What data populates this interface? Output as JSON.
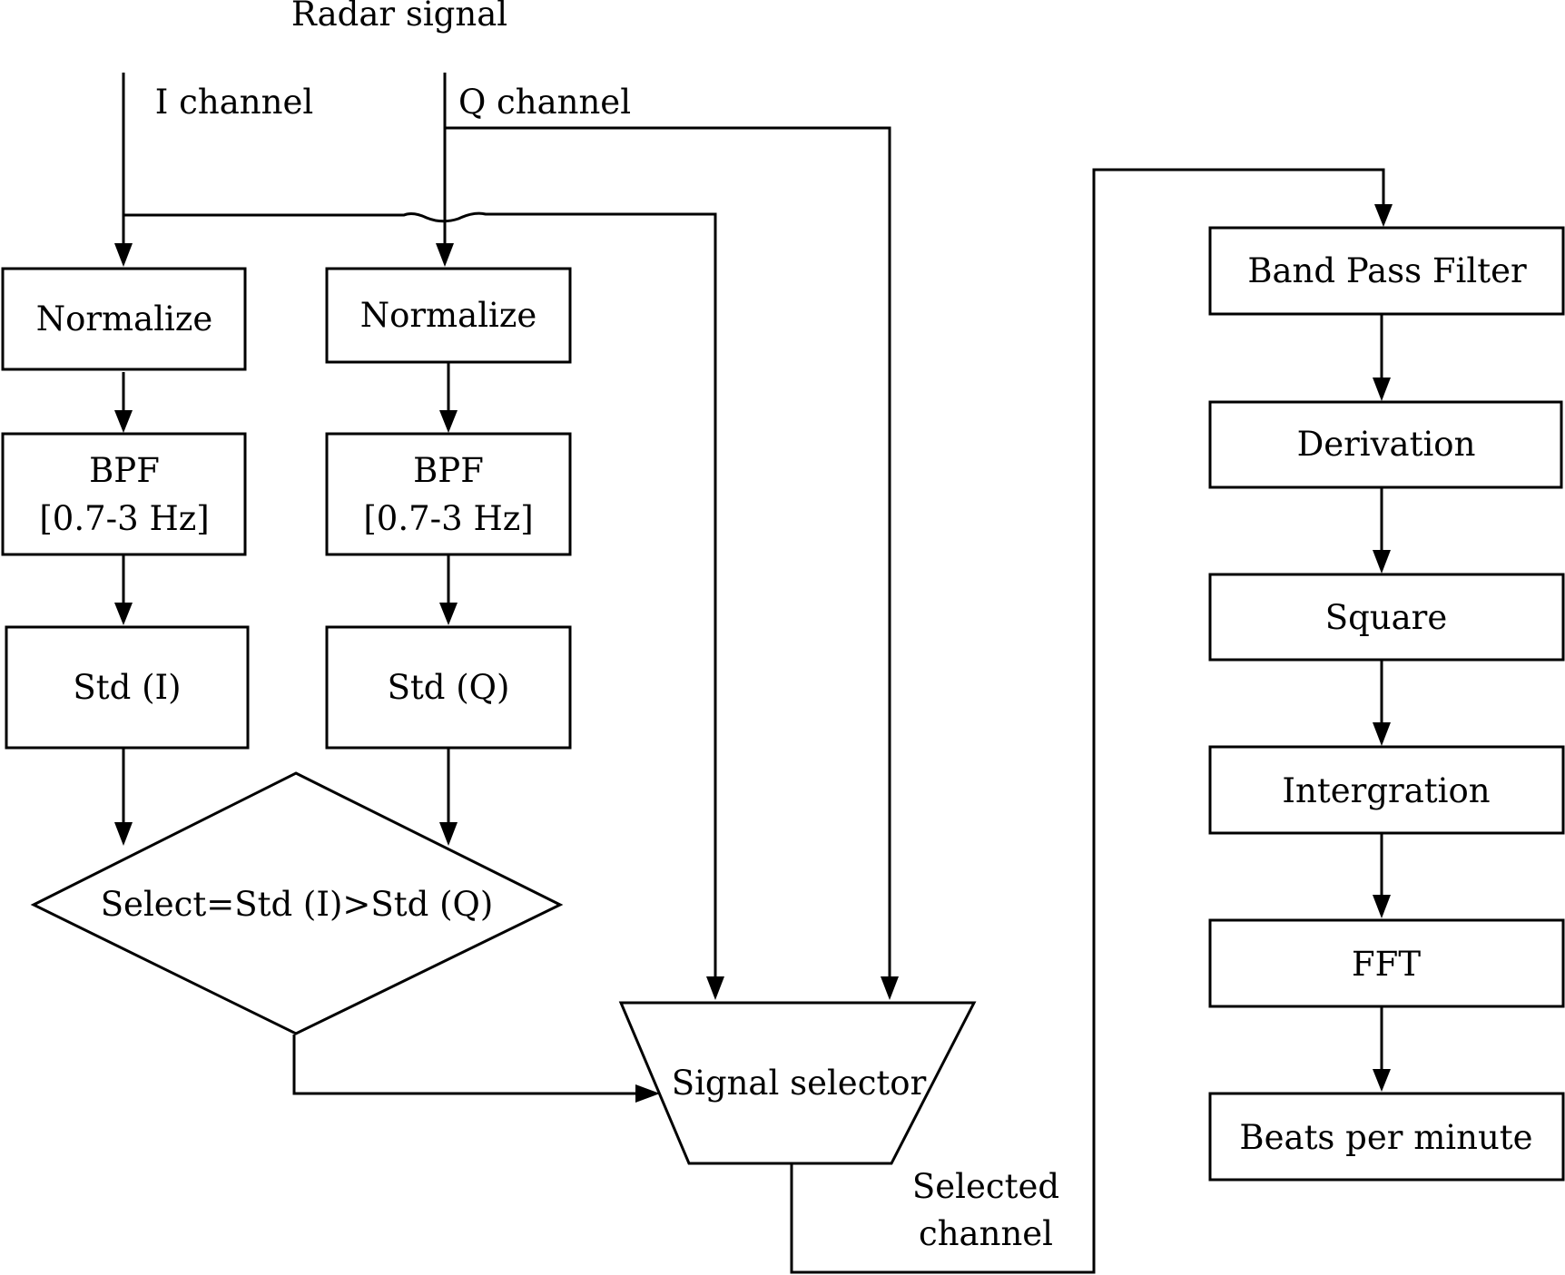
{
  "input_label": "Radar signal",
  "channels": {
    "i_label": "I channel",
    "q_label": "Q channel"
  },
  "i_path": {
    "normalize": "Normalize",
    "bpf_line1": "BPF",
    "bpf_line2": "[0.7-3 Hz]",
    "std": "Std (I)"
  },
  "q_path": {
    "normalize": "Normalize",
    "bpf_line1": "BPF",
    "bpf_line2": "[0.7-3 Hz]",
    "std": "Std (Q)"
  },
  "decision": "Select=Std (I)>Std (Q)",
  "selector": "Signal selector",
  "selected_line1": "Selected",
  "selected_line2": "channel",
  "pipeline": [
    "Band Pass Filter",
    "Derivation",
    "Square",
    "Intergration",
    "FFT",
    "Beats per minute"
  ]
}
